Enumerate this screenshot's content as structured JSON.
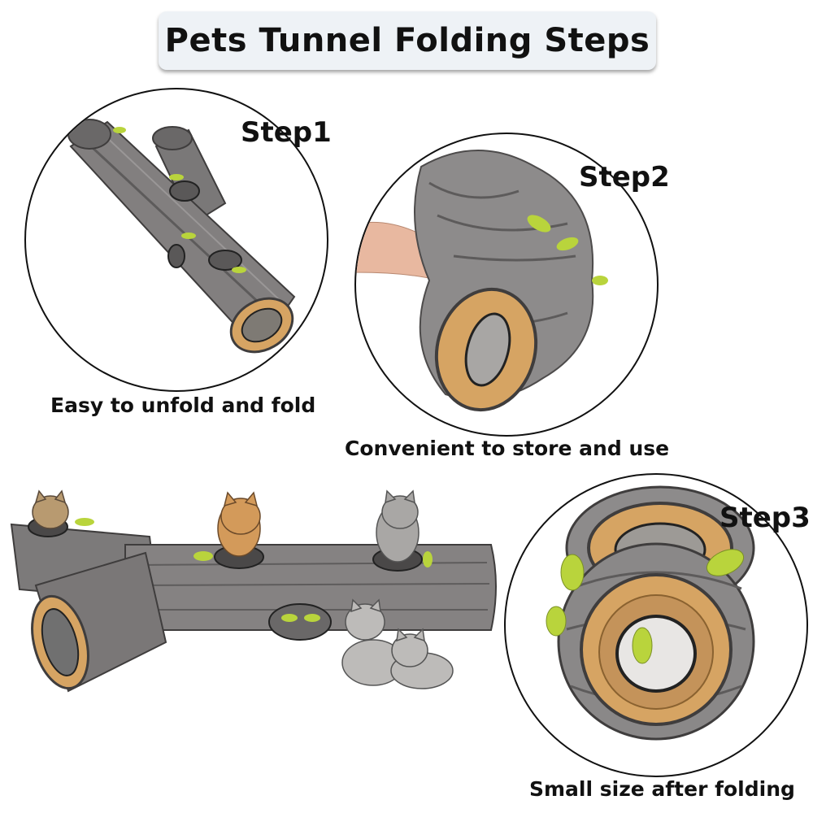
{
  "title": "Pets Tunnel Folding Steps",
  "steps": [
    {
      "label": "Step1",
      "caption": "Easy to unfold and fold"
    },
    {
      "label": "Step2",
      "caption": "Convenient to store and use"
    },
    {
      "label": "Step3",
      "caption": "Small size after folding"
    }
  ],
  "colors": {
    "bark": "#7a7878",
    "bark_dark": "#4d4b4b",
    "wood": "#d6a463",
    "leaf": "#b9d43c",
    "title_bg": "#eef2f6"
  }
}
